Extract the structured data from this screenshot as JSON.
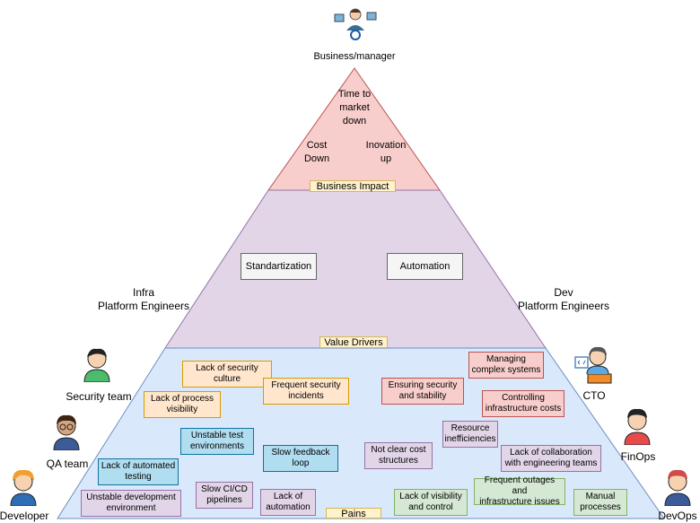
{
  "top": {
    "role": "Business/manager",
    "impact_items": [
      "Time to\nmarket\ndown",
      "Cost\nDown",
      "Inovation\nup"
    ],
    "layer_label": "Business Impact"
  },
  "middle": {
    "drivers": [
      "Standartization",
      "Automation"
    ],
    "left_role": "Infra\nPlatform Engineers",
    "right_role": "Dev\nPlatform Engineers",
    "layer_label": "Value Drivers"
  },
  "bottom": {
    "layer_label": "Pains",
    "pains": [
      {
        "text": "Lack of security\nculture",
        "style": "orange"
      },
      {
        "text": "Lack of process\nvisibility",
        "style": "orange"
      },
      {
        "text": "Frequent security\nincidents",
        "style": "orange"
      },
      {
        "text": "Ensuring security\nand stability",
        "style": "red"
      },
      {
        "text": "Managing\ncomplex systems",
        "style": "red"
      },
      {
        "text": "Controlling\ninfrastructure costs",
        "style": "red"
      },
      {
        "text": "Unstable test\nenvironments",
        "style": "blue"
      },
      {
        "text": "Slow feedback\nloop",
        "style": "blue"
      },
      {
        "text": "Lack of automated\ntesting",
        "style": "blue"
      },
      {
        "text": "Resource\ninefficiencies",
        "style": "purple"
      },
      {
        "text": "Not clear cost\nstructures",
        "style": "purple"
      },
      {
        "text": "Lack of collaboration\nwith engineering teams",
        "style": "purple"
      },
      {
        "text": "Unstable development\nenvironment",
        "style": "purple"
      },
      {
        "text": "Slow CI/CD\npipelines",
        "style": "purple"
      },
      {
        "text": "Lack of\nautomation",
        "style": "purple"
      },
      {
        "text": "Lack of visibility\nand control",
        "style": "green"
      },
      {
        "text": "Frequent outages and\ninfrastructure issues",
        "style": "green"
      },
      {
        "text": "Manual\nprocesses",
        "style": "green"
      }
    ]
  },
  "roles": {
    "security": "Security team",
    "qa": "QA team",
    "developer": "Developer",
    "cto": "CTO",
    "finops": "FinOps",
    "devops": "DevOps"
  },
  "colors": {
    "top_fill": "#f8cecc",
    "top_stroke": "#b85450",
    "mid_fill": "#e1d5e7",
    "mid_stroke": "#9673a6",
    "bottom_fill": "#dae8fc",
    "bottom_stroke": "#6c8ebf",
    "orange_fill": "#ffe6cc",
    "orange_stroke": "#d79b00",
    "red_fill": "#f8cecc",
    "red_stroke": "#b85450",
    "blue_fill": "#b1ddf0",
    "blue_stroke": "#10739e",
    "purple_fill": "#e1d5e7",
    "purple_stroke": "#9673a6",
    "green_fill": "#d5e8d4",
    "green_stroke": "#82b366"
  }
}
